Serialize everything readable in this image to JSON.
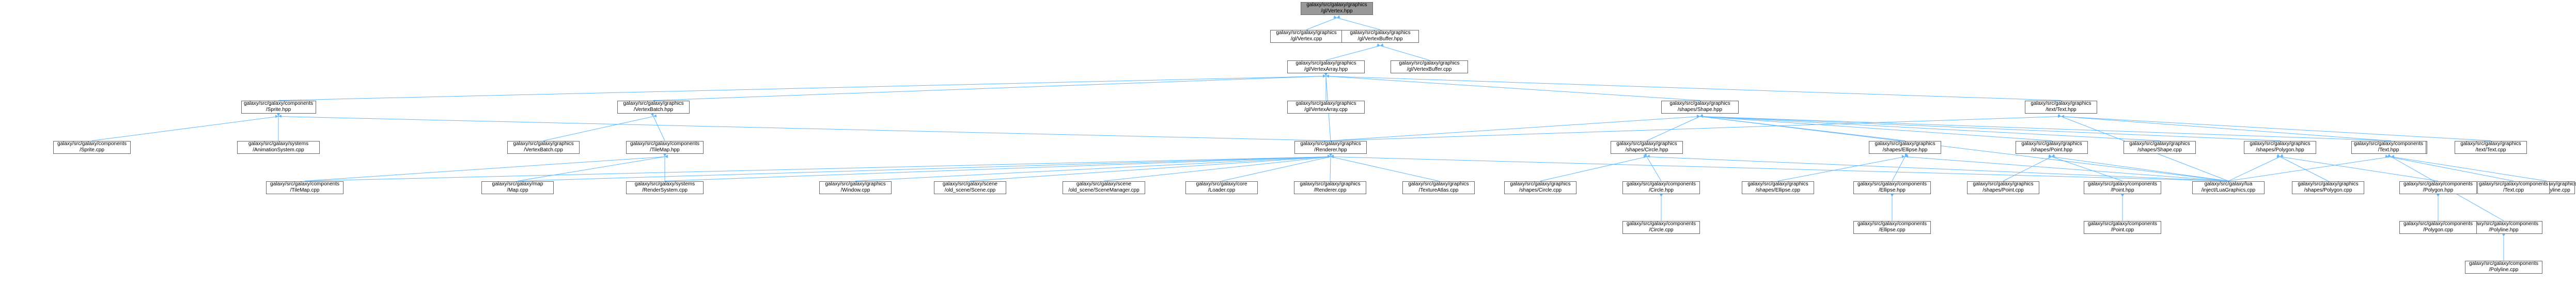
{
  "colors": {
    "edge": "#63b8ff",
    "node_border": "#666666",
    "root_fill": "#999999",
    "node_fill": "#ffffff"
  },
  "nodes": [
    {
      "id": "vertex_hpp",
      "lines": [
        "galaxy/src/galaxy/graphics",
        "/gl/Vertex.hpp"
      ],
      "root": true
    },
    {
      "id": "vertex_cpp",
      "lines": [
        "galaxy/src/galaxy/graphics",
        "/gl/Vertex.cpp"
      ]
    },
    {
      "id": "vertexbuffer_hpp",
      "lines": [
        "galaxy/src/galaxy/graphics",
        "/gl/VertexBuffer.hpp"
      ]
    },
    {
      "id": "vertexarray_hpp",
      "lines": [
        "galaxy/src/galaxy/graphics",
        "/gl/VertexArray.hpp"
      ]
    },
    {
      "id": "vertexbuffer_cpp",
      "lines": [
        "galaxy/src/galaxy/graphics",
        "/gl/VertexBuffer.cpp"
      ]
    },
    {
      "id": "sprite_hpp",
      "lines": [
        "galaxy/src/galaxy/components",
        "/Sprite.hpp"
      ]
    },
    {
      "id": "vertexbatch_hpp",
      "lines": [
        "galaxy/src/galaxy/graphics",
        "/VertexBatch.hpp"
      ]
    },
    {
      "id": "vertexarray_cpp",
      "lines": [
        "galaxy/src/galaxy/graphics",
        "/gl/VertexArray.cpp"
      ]
    },
    {
      "id": "shape_hpp",
      "lines": [
        "galaxy/src/galaxy/graphics",
        "/shapes/Shape.hpp"
      ]
    },
    {
      "id": "text_hpp",
      "lines": [
        "galaxy/src/galaxy/graphics",
        "/text/Text.hpp"
      ]
    },
    {
      "id": "sprite_cpp",
      "lines": [
        "galaxy/src/galaxy/components",
        "/Sprite.cpp"
      ]
    },
    {
      "id": "animationsystem_cpp",
      "lines": [
        "galaxy/src/galaxy/systems",
        "/AnimationSystem.cpp"
      ]
    },
    {
      "id": "vertexbatch_cpp",
      "lines": [
        "galaxy/src/galaxy/graphics",
        "/VertexBatch.cpp"
      ]
    },
    {
      "id": "tilemap_hpp",
      "lines": [
        "galaxy/src/galaxy/components",
        "/TileMap.hpp"
      ]
    },
    {
      "id": "renderer_hpp",
      "lines": [
        "galaxy/src/galaxy/graphics",
        "/Renderer.hpp"
      ]
    },
    {
      "id": "circle_hpp",
      "lines": [
        "galaxy/src/galaxy/graphics",
        "/shapes/Circle.hpp"
      ]
    },
    {
      "id": "ellipse_hpp",
      "lines": [
        "galaxy/src/galaxy/graphics",
        "/shapes/Ellipse.hpp"
      ]
    },
    {
      "id": "point_hpp",
      "lines": [
        "galaxy/src/galaxy/graphics",
        "/shapes/Point.hpp"
      ]
    },
    {
      "id": "shape_cpp",
      "lines": [
        "galaxy/src/galaxy/graphics",
        "/shapes/Shape.cpp"
      ]
    },
    {
      "id": "polygon_hpp",
      "lines": [
        "galaxy/src/galaxy/graphics",
        "/shapes/Polygon.hpp"
      ]
    },
    {
      "id": "polyline_hpp",
      "lines": [
        "galaxy/src/galaxy/graphics",
        "/shapes/Polyline.hpp"
      ]
    },
    {
      "id": "text_cpp_gfx",
      "lines": [
        "galaxy/src/galaxy/graphics",
        "/text/Text.cpp"
      ]
    },
    {
      "id": "comp_text_hpp",
      "lines": [
        "galaxy/src/galaxy/components",
        "/Text.hpp"
      ]
    },
    {
      "id": "tilemap_cpp",
      "lines": [
        "galaxy/src/galaxy/components",
        "/TileMap.cpp"
      ]
    },
    {
      "id": "map_cpp",
      "lines": [
        "galaxy/src/galaxy/map",
        "/Map.cpp"
      ]
    },
    {
      "id": "rendersystem_cpp",
      "lines": [
        "galaxy/src/galaxy/systems",
        "/RenderSystem.cpp"
      ]
    },
    {
      "id": "window_cpp",
      "lines": [
        "galaxy/src/galaxy/graphics",
        "/Window.cpp"
      ]
    },
    {
      "id": "scene_cpp",
      "lines": [
        "galaxy/src/galaxy/scene",
        "/old_scene/Scene.cpp"
      ]
    },
    {
      "id": "scenemanager_cpp",
      "lines": [
        "galaxy/src/galaxy/scene",
        "/old_scene/SceneManager.cpp"
      ]
    },
    {
      "id": "loader_cpp",
      "lines": [
        "galaxy/src/galaxy/core",
        "/Loader.cpp"
      ]
    },
    {
      "id": "renderer_cpp",
      "lines": [
        "galaxy/src/galaxy/graphics",
        "/Renderer.cpp"
      ]
    },
    {
      "id": "textureatlas_cpp",
      "lines": [
        "galaxy/src/galaxy/graphics",
        "/TextureAtlas.cpp"
      ]
    },
    {
      "id": "circle_cpp_gfx",
      "lines": [
        "galaxy/src/galaxy/graphics",
        "/shapes/Circle.cpp"
      ]
    },
    {
      "id": "comp_circle_hpp",
      "lines": [
        "galaxy/src/galaxy/components",
        "/Circle.hpp"
      ]
    },
    {
      "id": "ellipse_cpp_gfx",
      "lines": [
        "galaxy/src/galaxy/graphics",
        "/shapes/Ellipse.cpp"
      ]
    },
    {
      "id": "comp_ellipse_hpp",
      "lines": [
        "galaxy/src/galaxy/components",
        "/Ellipse.hpp"
      ]
    },
    {
      "id": "point_cpp_gfx",
      "lines": [
        "galaxy/src/galaxy/graphics",
        "/shapes/Point.cpp"
      ]
    },
    {
      "id": "comp_point_hpp",
      "lines": [
        "galaxy/src/galaxy/components",
        "/Point.hpp"
      ]
    },
    {
      "id": "luagraphics_cpp",
      "lines": [
        "galaxy/src/galaxy/lua",
        "/inject/LuaGraphics.cpp"
      ]
    },
    {
      "id": "polygon_cpp_gfx",
      "lines": [
        "galaxy/src/galaxy/graphics",
        "/shapes/Polygon.cpp"
      ]
    },
    {
      "id": "comp_polygon_hpp",
      "lines": [
        "galaxy/src/galaxy/components",
        "/Polygon.hpp"
      ]
    },
    {
      "id": "polyline_cpp_gfx",
      "lines": [
        "galaxy/src/galaxy/graphics",
        "/shapes/Polyline.cpp"
      ]
    },
    {
      "id": "comp_polyline_hpp",
      "lines": [
        "galaxy/src/galaxy/components",
        "/Polyline.hpp"
      ]
    },
    {
      "id": "comp_text_cpp",
      "lines": [
        "galaxy/src/galaxy/components",
        "/Text.cpp"
      ]
    },
    {
      "id": "comp_circle_cpp",
      "lines": [
        "galaxy/src/galaxy/components",
        "/Circle.cpp"
      ]
    },
    {
      "id": "comp_ellipse_cpp",
      "lines": [
        "galaxy/src/galaxy/components",
        "/Ellipse.cpp"
      ]
    },
    {
      "id": "comp_point_cpp",
      "lines": [
        "galaxy/src/galaxy/components",
        "/Point.cpp"
      ]
    },
    {
      "id": "comp_polygon_cpp",
      "lines": [
        "galaxy/src/galaxy/components",
        "/Polygon.cpp"
      ]
    },
    {
      "id": "comp_polyline_cpp",
      "lines": [
        "galaxy/src/galaxy/components",
        "/Polyline.cpp"
      ]
    }
  ],
  "edges": [
    [
      "vertex_hpp",
      "vertex_cpp"
    ],
    [
      "vertex_hpp",
      "vertexbuffer_hpp"
    ],
    [
      "vertexbuffer_hpp",
      "vertexarray_hpp"
    ],
    [
      "vertexbuffer_hpp",
      "vertexbuffer_cpp"
    ],
    [
      "vertexarray_hpp",
      "sprite_hpp"
    ],
    [
      "vertexarray_hpp",
      "vertexbatch_hpp"
    ],
    [
      "vertexarray_hpp",
      "vertexarray_cpp"
    ],
    [
      "vertexarray_hpp",
      "shape_hpp"
    ],
    [
      "vertexarray_hpp",
      "text_hpp"
    ],
    [
      "vertexarray_hpp",
      "renderer_hpp"
    ],
    [
      "sprite_hpp",
      "sprite_cpp"
    ],
    [
      "sprite_hpp",
      "animationsystem_cpp"
    ],
    [
      "sprite_hpp",
      "renderer_hpp"
    ],
    [
      "vertexbatch_hpp",
      "vertexbatch_cpp"
    ],
    [
      "vertexbatch_hpp",
      "tilemap_hpp"
    ],
    [
      "tilemap_hpp",
      "tilemap_cpp"
    ],
    [
      "tilemap_hpp",
      "map_cpp"
    ],
    [
      "tilemap_hpp",
      "rendersystem_cpp"
    ],
    [
      "shape_hpp",
      "renderer_hpp"
    ],
    [
      "shape_hpp",
      "circle_hpp"
    ],
    [
      "shape_hpp",
      "ellipse_hpp"
    ],
    [
      "shape_hpp",
      "point_hpp"
    ],
    [
      "shape_hpp",
      "shape_cpp"
    ],
    [
      "shape_hpp",
      "polygon_hpp"
    ],
    [
      "shape_hpp",
      "polyline_hpp"
    ],
    [
      "shape_hpp",
      "luagraphics_cpp"
    ],
    [
      "text_hpp",
      "text_cpp_gfx"
    ],
    [
      "text_hpp",
      "comp_text_hpp"
    ],
    [
      "text_hpp",
      "renderer_hpp"
    ],
    [
      "text_hpp",
      "luagraphics_cpp"
    ],
    [
      "renderer_hpp",
      "tilemap_cpp"
    ],
    [
      "renderer_hpp",
      "map_cpp"
    ],
    [
      "renderer_hpp",
      "rendersystem_cpp"
    ],
    [
      "renderer_hpp",
      "window_cpp"
    ],
    [
      "renderer_hpp",
      "scene_cpp"
    ],
    [
      "renderer_hpp",
      "scenemanager_cpp"
    ],
    [
      "renderer_hpp",
      "loader_cpp"
    ],
    [
      "renderer_hpp",
      "renderer_cpp"
    ],
    [
      "renderer_hpp",
      "textureatlas_cpp"
    ],
    [
      "renderer_hpp",
      "luagraphics_cpp"
    ],
    [
      "circle_hpp",
      "circle_cpp_gfx"
    ],
    [
      "circle_hpp",
      "comp_circle_hpp"
    ],
    [
      "circle_hpp",
      "luagraphics_cpp"
    ],
    [
      "ellipse_hpp",
      "ellipse_cpp_gfx"
    ],
    [
      "ellipse_hpp",
      "comp_ellipse_hpp"
    ],
    [
      "ellipse_hpp",
      "luagraphics_cpp"
    ],
    [
      "point_hpp",
      "point_cpp_gfx"
    ],
    [
      "point_hpp",
      "comp_point_hpp"
    ],
    [
      "point_hpp",
      "luagraphics_cpp"
    ],
    [
      "polygon_hpp",
      "polygon_cpp_gfx"
    ],
    [
      "polygon_hpp",
      "comp_polygon_hpp"
    ],
    [
      "polygon_hpp",
      "luagraphics_cpp"
    ],
    [
      "polyline_hpp",
      "polyline_cpp_gfx"
    ],
    [
      "polyline_hpp",
      "comp_polyline_hpp"
    ],
    [
      "polyline_hpp",
      "luagraphics_cpp"
    ],
    [
      "comp_text_hpp",
      "comp_text_cpp"
    ],
    [
      "comp_circle_hpp",
      "comp_circle_cpp"
    ],
    [
      "comp_ellipse_hpp",
      "comp_ellipse_cpp"
    ],
    [
      "comp_point_hpp",
      "comp_point_cpp"
    ],
    [
      "comp_polygon_hpp",
      "comp_polygon_cpp"
    ],
    [
      "comp_polyline_hpp",
      "comp_polyline_cpp"
    ]
  ]
}
